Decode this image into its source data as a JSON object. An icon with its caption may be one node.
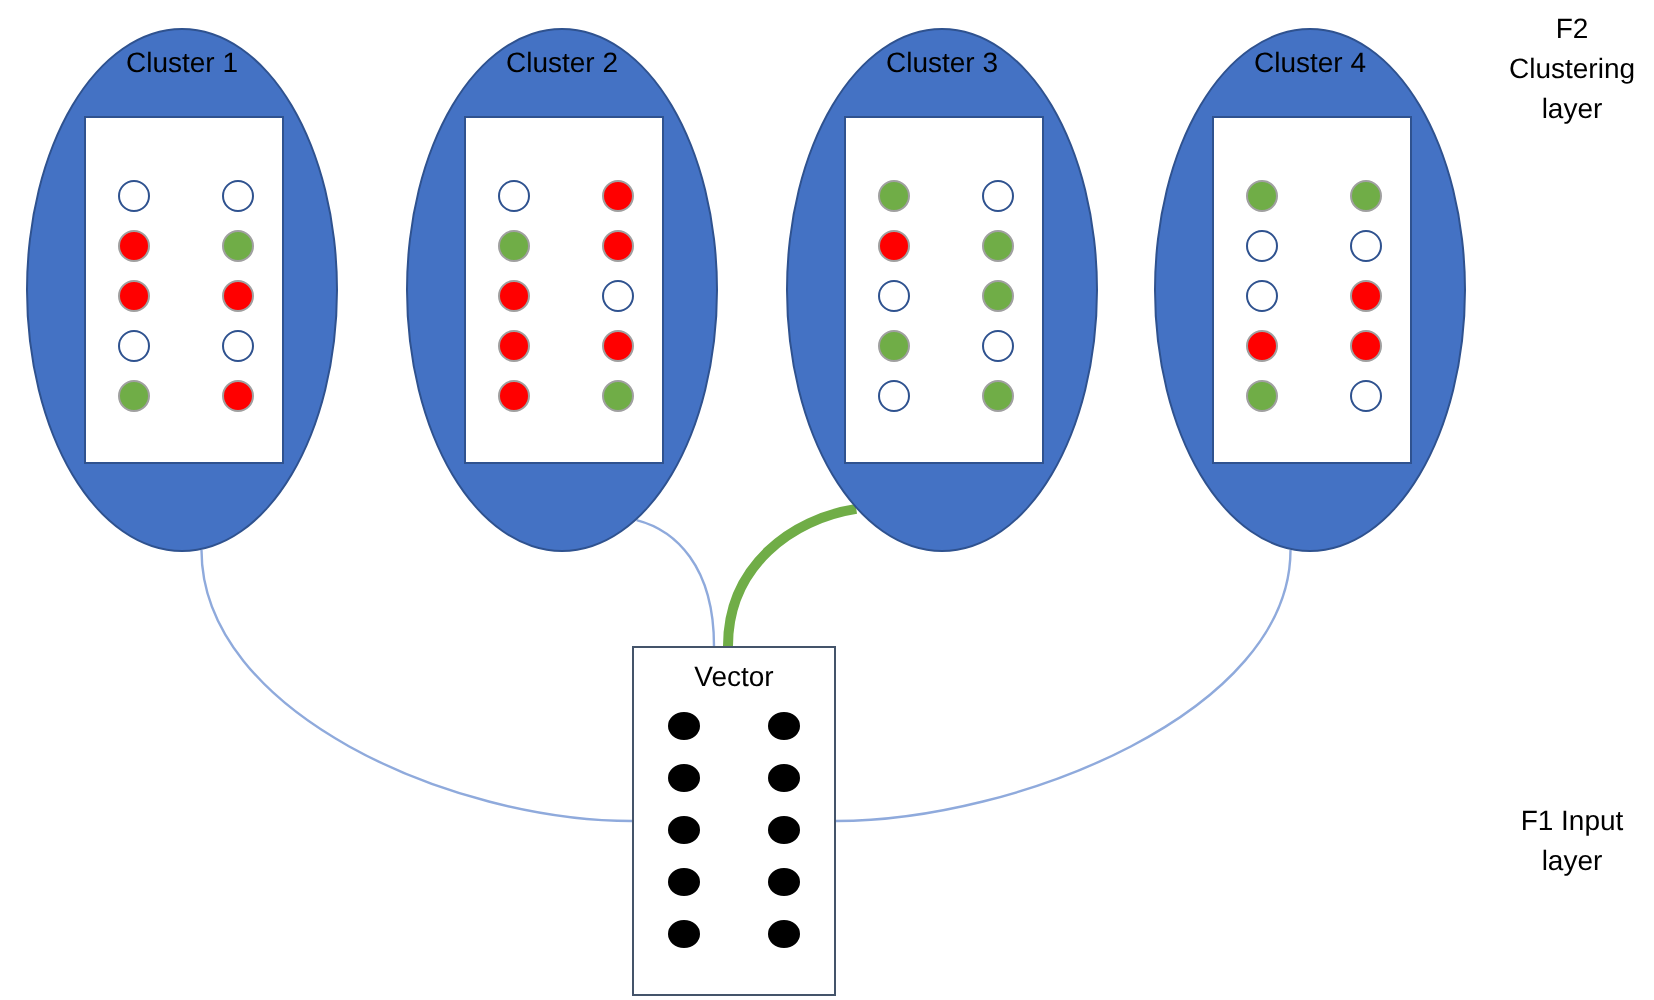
{
  "diagram": {
    "nodes": [
      {
        "text": [
          "Cluster 1"
        ]
      },
      {
        "text": [],
        "shape": "box",
        "in": 0
      },
      {
        "text": [],
        "shape": "circle",
        "in": 1
      },
      {
        "text": [],
        "shape": "circle",
        "in": 1
      },
      {
        "text": [],
        "shape": "circle",
        "in": 1
      },
      {
        "text": [],
        "shape": "circle",
        "in": 1
      },
      {
        "text": [],
        "shape": "circle",
        "in": 1
      },
      {
        "text": [],
        "shape": "circle",
        "in": 1
      },
      {
        "text": [],
        "shape": "circle",
        "in": 1
      },
      {
        "text": [],
        "shape": "circle",
        "in": 1
      },
      {
        "text": [],
        "shape": "circle",
        "in": 1
      },
      {
        "text": [],
        "shape": "circle",
        "in": 1
      },
      {
        "text": [
          "Cluster 2"
        ]
      },
      {
        "text": [],
        "shape": "box",
        "in": 12
      },
      {
        "text": [],
        "shape": "circle",
        "in": 13
      },
      {
        "text": [],
        "shape": "circle",
        "in": 13
      },
      {
        "text": [],
        "shape": "circle",
        "in": 13
      },
      {
        "text": [],
        "shape": "circle",
        "in": 13
      },
      {
        "text": [],
        "shape": "circle",
        "in": 13
      },
      {
        "text": [],
        "shape": "circle",
        "in": 13
      },
      {
        "text": [],
        "shape": "circle",
        "in": 13
      },
      {
        "text": [],
        "shape": "circle",
        "in": 13
      },
      {
        "text": [],
        "shape": "circle",
        "in": 13
      },
      {
        "text": [],
        "shape": "circle",
        "in": 13
      },
      {
        "text": [
          "Cluster 3"
        ]
      },
      {
        "text": [],
        "shape": "box",
        "in": 24
      },
      {
        "text": [],
        "shape": "circle",
        "in": 25
      },
      {
        "text": [],
        "shape": "circle",
        "in": 25
      },
      {
        "text": [],
        "shape": "circle",
        "in": 25
      },
      {
        "text": [],
        "shape": "circle",
        "in": 25
      },
      {
        "text": [],
        "shape": "circle",
        "in": 25
      },
      {
        "text": [],
        "shape": "circle",
        "in": 25
      },
      {
        "text": [],
        "shape": "circle",
        "in": 25
      },
      {
        "text": [],
        "shape": "circle",
        "in": 25
      },
      {
        "text": [],
        "shape": "circle",
        "in": 25
      },
      {
        "text": [],
        "shape": "circle",
        "in": 25
      },
      {
        "text": [
          "Cluster 4"
        ]
      },
      {
        "text": [],
        "shape": "box",
        "in": 36
      },
      {
        "text": [],
        "shape": "circle",
        "in": 37
      },
      {
        "text": [],
        "shape": "circle",
        "in": 37
      },
      {
        "text": [],
        "shape": "circle",
        "in": 37
      },
      {
        "text": [],
        "shape": "circle",
        "in": 37
      },
      {
        "text": [],
        "shape": "circle",
        "in": 37
      },
      {
        "text": [],
        "shape": "circle",
        "in": 37
      },
      {
        "text": [],
        "shape": "circle",
        "in": 37
      },
      {
        "text": [],
        "shape": "circle",
        "in": 37
      },
      {
        "text": [],
        "shape": "circle",
        "in": 37
      },
      {
        "text": [],
        "shape": "circle",
        "in": 37
      },
      {
        "text": [
          "Vector"
        ]
      },
      {
        "text": [],
        "shape": "circle",
        "in": 48
      },
      {
        "text": [],
        "shape": "circle",
        "in": 48
      },
      {
        "text": [],
        "shape": "circle",
        "in": 48
      },
      {
        "text": [],
        "shape": "circle",
        "in": 48
      },
      {
        "text": [],
        "shape": "circle",
        "in": 48
      },
      {
        "text": [],
        "shape": "circle",
        "in": 48
      },
      {
        "text": [],
        "shape": "circle",
        "in": 48
      },
      {
        "text": [],
        "shape": "circle",
        "in": 48
      },
      {
        "text": [],
        "shape": "circle",
        "in": 48
      },
      {
        "text": [],
        "shape": "circle",
        "in": 48
      }
    ],
    "edges": [
      {
        "from": 48,
        "to": 0,
        "arrow": "none"
      },
      {
        "from": 48,
        "to": 12,
        "arrow": "none"
      },
      {
        "from": 48,
        "to": 24,
        "arrow": "none",
        "style": "thick",
        "color": "#70ad47"
      },
      {
        "from": 48,
        "to": 36,
        "arrow": "none"
      }
    ],
    "labels": [
      "F2 Clustering layer",
      "F1 Input layer"
    ]
  }
}
